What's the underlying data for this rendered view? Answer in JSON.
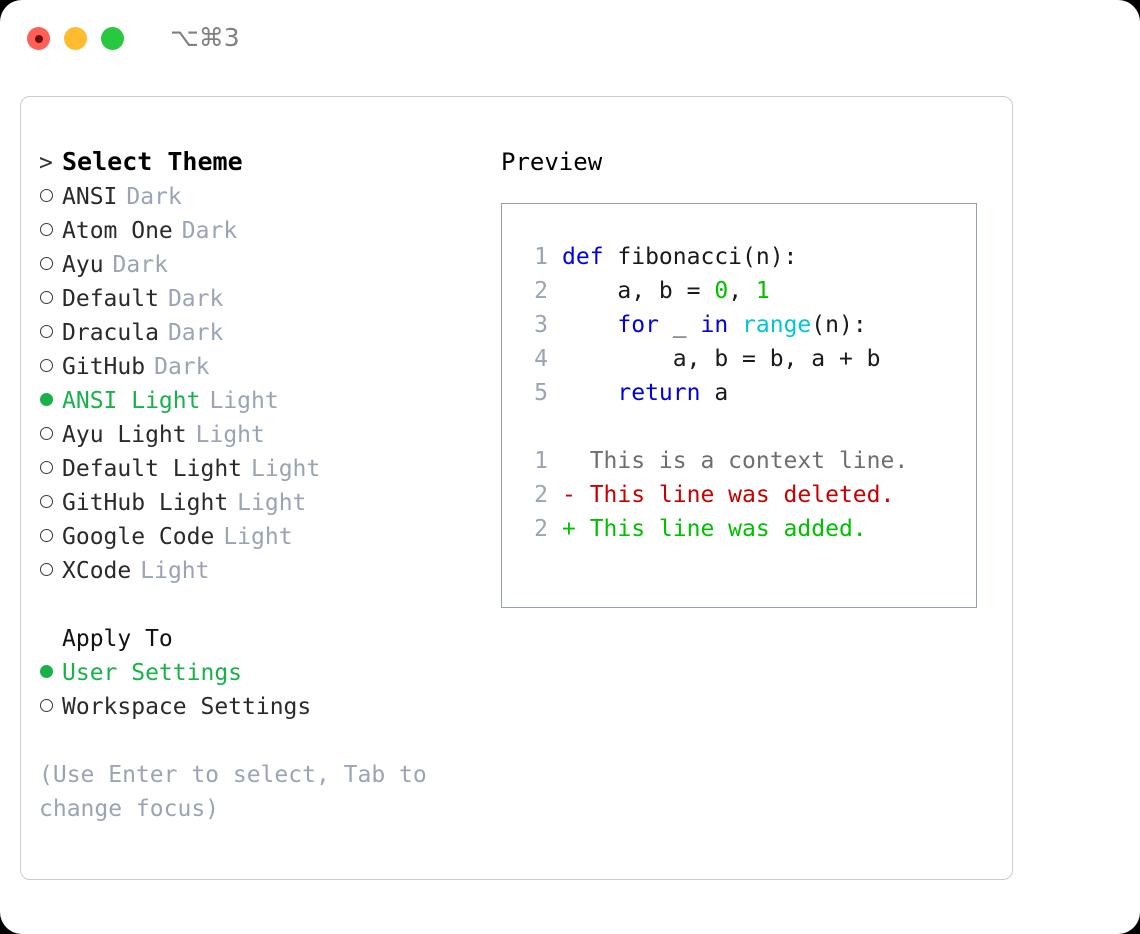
{
  "titlebar": {
    "lights": [
      {
        "name": "close-button",
        "color": "#ff5f57"
      },
      {
        "name": "minimize-button",
        "color": "#febc2e"
      },
      {
        "name": "maximize-button",
        "color": "#28c840"
      }
    ],
    "shortcut": "⌥⌘3"
  },
  "theme_panel": {
    "heading_marker": ">",
    "heading": "Select Theme",
    "items": [
      {
        "marker": "○",
        "selected": false,
        "name": "ANSI",
        "tag": "Dark"
      },
      {
        "marker": "○",
        "selected": false,
        "name": "Atom One",
        "tag": "Dark"
      },
      {
        "marker": "○",
        "selected": false,
        "name": "Ayu",
        "tag": "Dark"
      },
      {
        "marker": "○",
        "selected": false,
        "name": "Default",
        "tag": "Dark"
      },
      {
        "marker": "○",
        "selected": false,
        "name": "Dracula",
        "tag": "Dark"
      },
      {
        "marker": "○",
        "selected": false,
        "name": "GitHub",
        "tag": "Dark"
      },
      {
        "marker": "●",
        "selected": true,
        "name": "ANSI Light",
        "tag": "Light"
      },
      {
        "marker": "○",
        "selected": false,
        "name": "Ayu Light",
        "tag": "Light"
      },
      {
        "marker": "○",
        "selected": false,
        "name": "Default Light",
        "tag": "Light"
      },
      {
        "marker": "○",
        "selected": false,
        "name": "GitHub Light",
        "tag": "Light"
      },
      {
        "marker": "○",
        "selected": false,
        "name": "Google Code",
        "tag": "Light"
      },
      {
        "marker": "○",
        "selected": false,
        "name": "XCode",
        "tag": "Light"
      }
    ]
  },
  "apply_to": {
    "heading": "Apply To",
    "items": [
      {
        "marker": "●",
        "selected": true,
        "name": "User Settings"
      },
      {
        "marker": "○",
        "selected": false,
        "name": "Workspace Settings"
      }
    ]
  },
  "hint": "(Use Enter to select, Tab to change focus)",
  "preview": {
    "title": "Preview",
    "code_lines": [
      {
        "num": "1",
        "tokens": [
          {
            "t": "def",
            "c": "kw"
          },
          {
            "t": " fibonacci(n):",
            "c": "txt"
          }
        ]
      },
      {
        "num": "2",
        "tokens": [
          {
            "t": "    a, b = ",
            "c": "txt"
          },
          {
            "t": "0",
            "c": "num"
          },
          {
            "t": ", ",
            "c": "txt"
          },
          {
            "t": "1",
            "c": "num"
          }
        ]
      },
      {
        "num": "3",
        "tokens": [
          {
            "t": "    ",
            "c": "txt"
          },
          {
            "t": "for",
            "c": "kw"
          },
          {
            "t": " _ ",
            "c": "txt"
          },
          {
            "t": "in",
            "c": "kw"
          },
          {
            "t": " ",
            "c": "txt"
          },
          {
            "t": "range",
            "c": "fn"
          },
          {
            "t": "(n):",
            "c": "txt"
          }
        ]
      },
      {
        "num": "4",
        "tokens": [
          {
            "t": "        a, b = b, a + b",
            "c": "txt"
          }
        ]
      },
      {
        "num": "5",
        "tokens": [
          {
            "t": "    ",
            "c": "txt"
          },
          {
            "t": "return",
            "c": "kw"
          },
          {
            "t": " a",
            "c": "txt"
          }
        ]
      }
    ],
    "diff_lines": [
      {
        "num": "1",
        "tokens": [
          {
            "t": "  This is a context line.",
            "c": "ctx"
          }
        ]
      },
      {
        "num": "2",
        "tokens": [
          {
            "t": "- This line was deleted.",
            "c": "del"
          }
        ]
      },
      {
        "num": "2",
        "tokens": [
          {
            "t": "+ This line was added.",
            "c": "add"
          }
        ]
      }
    ]
  },
  "colors": {
    "accent_green": "#19b24a",
    "muted": "#9aa4b5",
    "keyword_blue": "#0000e0",
    "function_cyan": "#00c8d0",
    "number_green": "#00c000",
    "diff_deleted": "#c90000",
    "diff_added": "#00c000",
    "panel_border": "#c9ccd1",
    "preview_border": "#93a1b0"
  }
}
